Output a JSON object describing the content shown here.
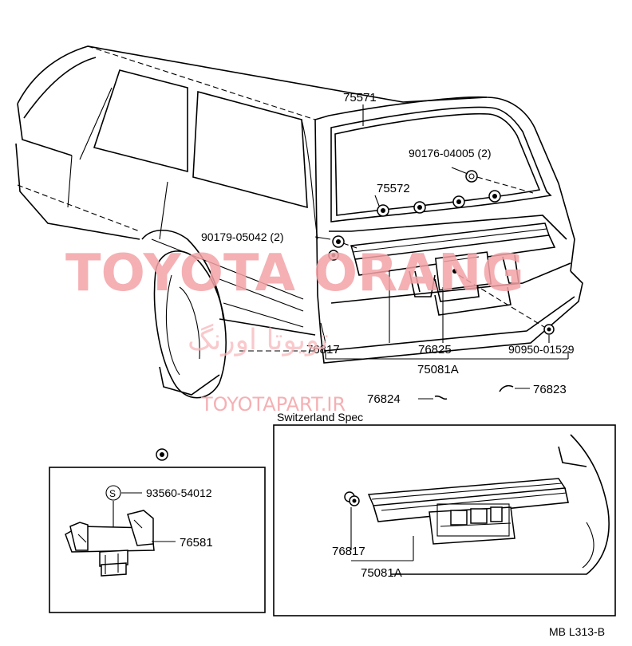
{
  "labels": {
    "p75571": "75571",
    "p90176": "90176-04005 (2)",
    "p75572": "75572",
    "p90179": "90179-05042 (2)",
    "p76817a": "76817",
    "p76825": "76825",
    "p90950": "90950-01529",
    "p75081a": "75081A",
    "p76824": "76824",
    "p76823": "76823",
    "switzerland": "Switzerland Spec",
    "p93560": "93560-54012",
    "s_symbol": "S",
    "p76581": "76581",
    "p76817b": "76817",
    "p75081b": "75081A",
    "ref": "MB L313-B"
  },
  "watermark": {
    "main": "TOYOTA ORANG",
    "persian": "تویوتا اورنگ",
    "url": "TOYOTAPART.IR",
    "color": "#f4a3a7"
  }
}
